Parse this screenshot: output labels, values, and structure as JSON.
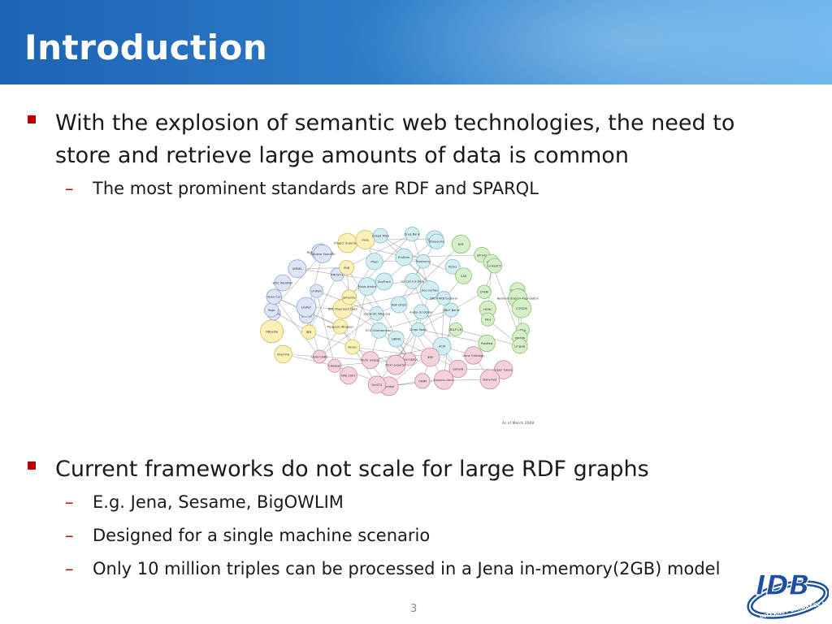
{
  "slide": {
    "title": "Introduction",
    "page_number": "3"
  },
  "bullets": [
    {
      "text": "With the explosion of semantic web technologies, the need to store and retrieve large amounts of data is common",
      "sub": [
        "The most prominent standards are RDF and SPARQL"
      ]
    },
    {
      "text": "Current frameworks do not scale for large RDF graphs",
      "sub": [
        "E.g. Jena, Sesame, BigOWLIM",
        "Designed for a single machine scenario",
        "Only 10 million triples can be processed in a Jena in-memory(2GB) model"
      ]
    }
  ],
  "figure": {
    "caption": "As of March 2009",
    "nodes": [
      "Surge Radio",
      "LIBRIS",
      "ECS Southampton",
      "Semantic Web.org",
      "RDF ohloh",
      "Audio-Scrobbler",
      "Doap-space",
      "flickr exporter",
      "Flickr wrappr",
      "Revyu",
      "MySpace Wrapper",
      "BBC Playcount Data",
      "Jamendo",
      "Music-brainz",
      "GovTrack",
      "US Census Data",
      "Geo-names",
      "DBLP RKB Explorer",
      "DBLP Berlin",
      "DBLP L3S",
      "ACM",
      "IEEE",
      "RAE 2001",
      "CiteSeer",
      "LAAS-CNRS",
      "IBM",
      "UniProt",
      "UniRef",
      "UniParc",
      "PROSITE",
      "PDB",
      "Pfam",
      "ProDom",
      "Taxonomy",
      "KEGG",
      "CAS",
      "ChEBI",
      "HGNC",
      "MGI",
      "PubMed",
      "Gene Ontology",
      "GeneID",
      "Homolo-Gene",
      "OMIM",
      "Symbol",
      "UniSTS",
      "Inter-Pro",
      "DBpedia",
      "Freebase",
      "Yago",
      "Open-Cyc",
      "W3C WordNet",
      "UMBEL",
      "RDF Book Mashup",
      "Virtuoso Sponger",
      "Project Gutenberg",
      "riese",
      "Linked MDB",
      "Drug Bank",
      "Daily Med",
      "Diseasome",
      "NSF",
      "ePrints",
      "Resex",
      "LinkedCT",
      "Eurécom",
      "National Science Foundation",
      "CORDIS",
      "Pisa",
      "eprints",
      "Lingvoj",
      "Open Calais",
      "Dailymed"
    ]
  },
  "logo": {
    "text": "IDB",
    "ring_text": "INTERNET DATABASE LAB"
  }
}
